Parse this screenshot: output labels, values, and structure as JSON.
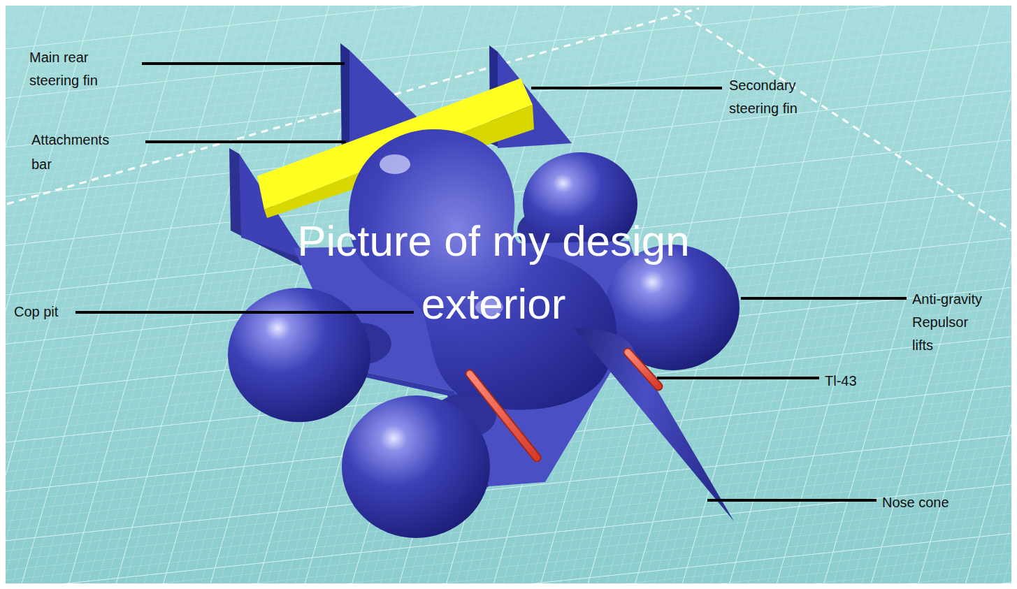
{
  "diagram": {
    "labels": [
      "Main rear steering fin",
      "Secondary steering fin",
      "Attachments bar",
      "Picture of my design exterior",
      "Cop pit",
      "Anti-gravity Repulsor lifts",
      "Tl-43",
      "Nose cone"
    ]
  }
}
